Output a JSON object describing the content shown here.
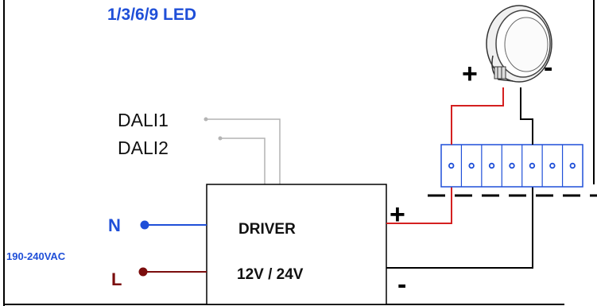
{
  "title": "1/3/6/9 LED",
  "dali": {
    "line1": "DALI1",
    "line2": "DALI2"
  },
  "driver": {
    "name": "DRIVER",
    "voltage": "12V / 24V"
  },
  "mains": {
    "neutral": "N",
    "live": "L",
    "voltage": "190-240VAC"
  },
  "polarity": {
    "driver_plus": "+",
    "driver_minus": "-",
    "led_plus": "+",
    "led_minus": "-"
  },
  "terminal_block": {
    "positions": 7
  },
  "icons": {
    "led": "downlight-led-icon"
  },
  "colors": {
    "title": "#1f4fd8",
    "neutral_wire": "#1f4fd8",
    "live_wire": "#7b0d0d",
    "positive_wire": "#d42020",
    "negative_wire": "#000000",
    "dali_wire": "#b4b4b4",
    "terminal_blue": "#1f4fd8",
    "frame": "#000000"
  }
}
